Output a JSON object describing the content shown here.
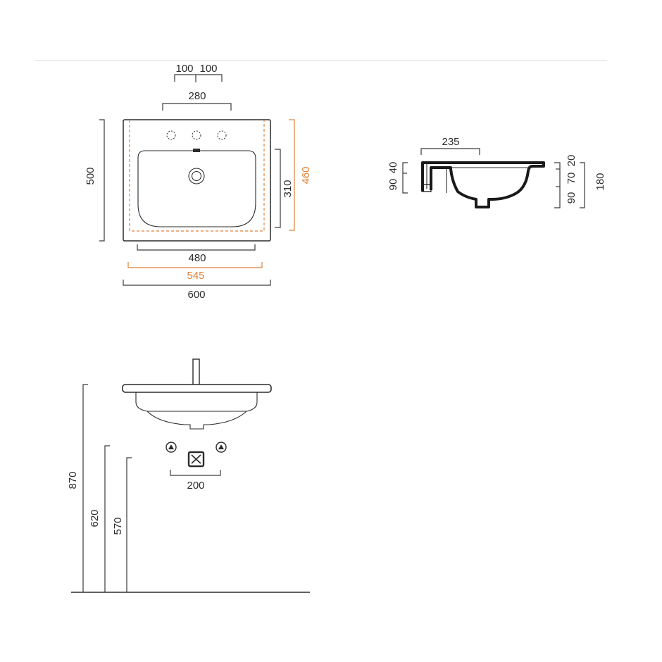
{
  "colors": {
    "line": "#2b2b2b",
    "accent": "#e0823a",
    "divider": "#e6e6e6"
  },
  "top_view": {
    "faucet_offset_left": "100",
    "faucet_offset_right": "100",
    "tap_span": "280",
    "depth": "500",
    "bowl_depth": "310",
    "inner_depth": "460",
    "bowl_width": "480",
    "inner_width": "545",
    "width": "600"
  },
  "section_view": {
    "overflow_width": "235",
    "left_top": "40",
    "left_bottom": "90",
    "right_top": "20",
    "right_middle": "70",
    "right_bottom": "90",
    "total_height": "180"
  },
  "front_view": {
    "supply_span": "200",
    "basin_height": "870",
    "drain_height": "620",
    "supply_height": "570"
  }
}
